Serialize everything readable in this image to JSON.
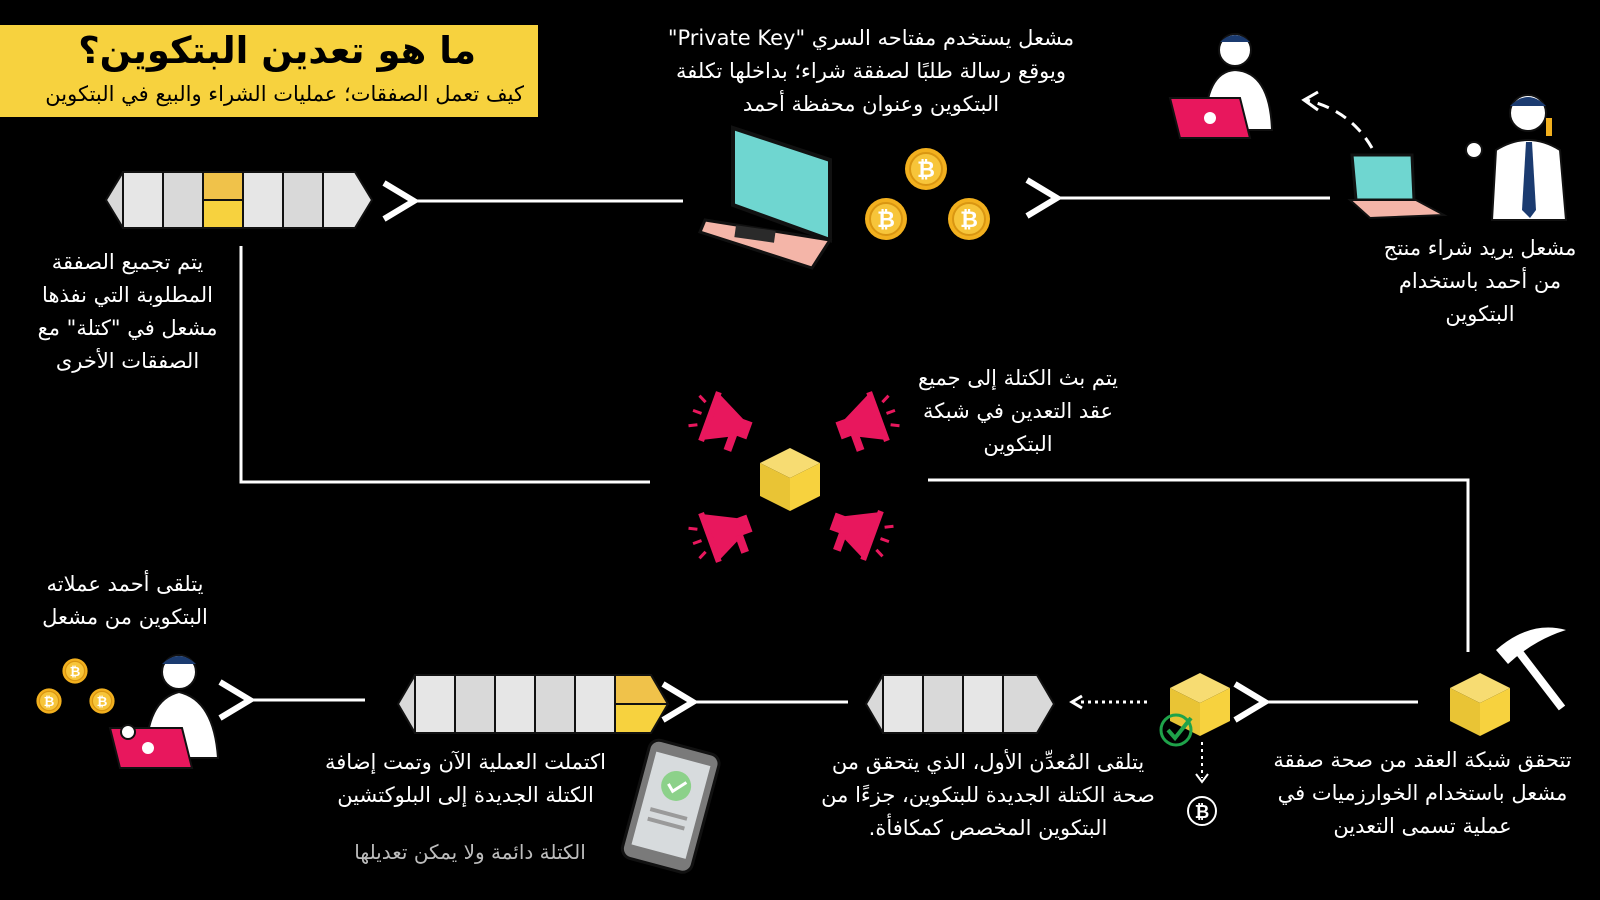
{
  "header": {
    "title": "ما هو تعدين البتكوين؟",
    "subtitle": "كيف تعمل الصفقات؛ عمليات الشراء والبيع في البتكوين"
  },
  "steps": {
    "buyer": "مشعل يريد شراء منتج من أحمد باستخدام البتكوين",
    "sign": "مشعل يستخدم مفتاحه السري \"Private Key\" ويوقع رسالة طلبًا لصفقة شراء؛ بداخلها تكلفة البتكوين وعنوان محفظة أحمد",
    "group": "يتم تجميع الصفقة المطلوبة التي نفذها مشعل في \"كتلة\" مع الصفقات الأخرى",
    "broadcast": "يتم بث الكتلة إلى جميع عقد التعدين في شبكة البتكوين",
    "verify": "تتحقق شبكة العقد من صحة صفقة مشعل باستخدام الخوارزميات في عملية تسمى التعدين",
    "reward": "يتلقى المُعدِّن الأول، الذي يتحقق من صحة الكتلة الجديدة للبتكوين، جزءًا من البتكوين المخصص كمكافأة.",
    "complete": "اكتملت العملية الآن وتمت إضافة الكتلة الجديدة إلى البلوكتشين",
    "permanent": "الكتلة دائمة ولا يمكن تعديلها",
    "receive": "يتلقى أحمد عملاته البتكوين من مشعل"
  },
  "colors": {
    "background": "#000000",
    "accent_yellow": "#f7d23e",
    "block_gray": "#d9d9d9",
    "coin_gold": "#f2b01e",
    "laptop_pink": "#e8175d",
    "check_green": "#1fa34a"
  }
}
